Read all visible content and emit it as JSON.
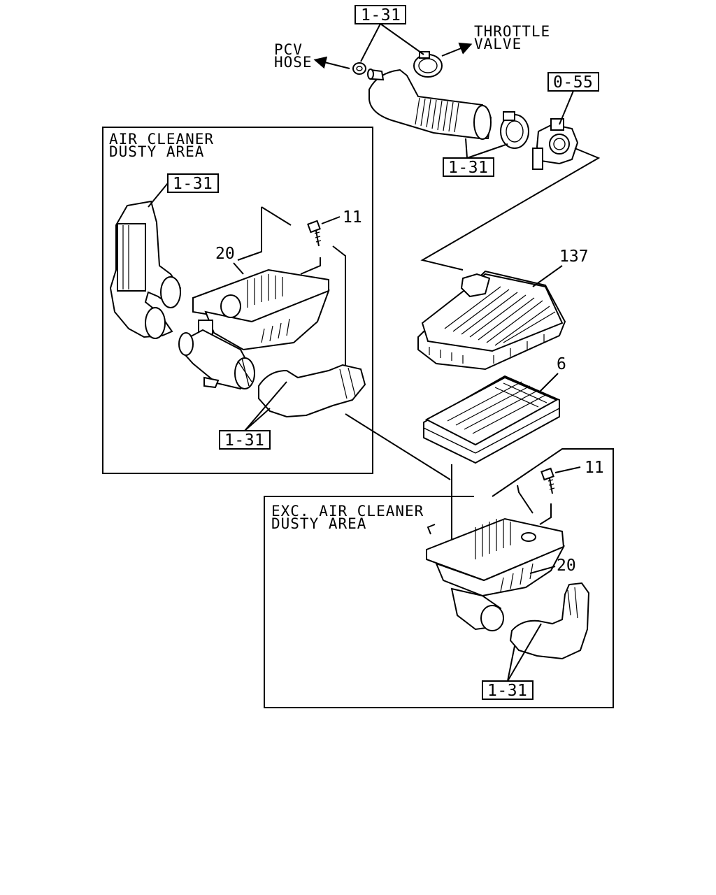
{
  "labels": {
    "pcv_hose": [
      "PCV",
      "HOSE"
    ],
    "throttle_valve": [
      "THROTTLE",
      "VALVE"
    ],
    "box_dusty_title": [
      "AIR CLEANER",
      "DUSTY AREA"
    ],
    "box_exc_title": [
      "EXC. AIR CLEANER",
      "DUSTY AREA"
    ]
  },
  "refs": {
    "top_clamp": "1-31",
    "sensor": "0-55",
    "duct": "1-31",
    "dusty_upper_hose": "1-31",
    "dusty_lower_hose": "1-31",
    "exc_hose": "1-31"
  },
  "parts": {
    "bolt_dusty": "11",
    "case_dusty": "20",
    "cover": "137",
    "element": "6",
    "bolt_exc": "11",
    "case_exc": "20"
  },
  "icons": [
    "arrow-left-icon",
    "arrow-right-icon"
  ]
}
